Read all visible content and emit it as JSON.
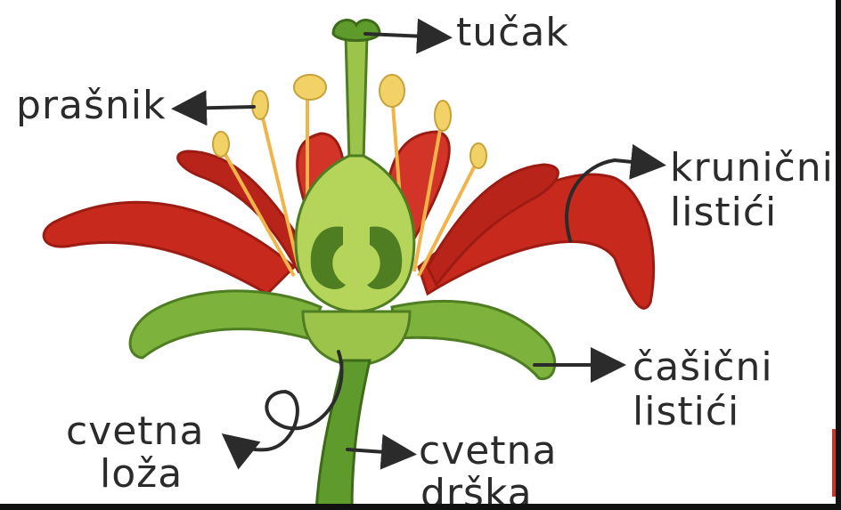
{
  "labels": {
    "tucak": "tučak",
    "prasnik": "prašnik",
    "krunicni_line1": "krunični",
    "krunicni_line2": "listići",
    "casicni_line1": "čašični",
    "casicni_line2": "listići",
    "cvetna_loza_line1": "cvetna",
    "cvetna_loza_line2": "loža",
    "cvetna_drska_line1": "cvetna",
    "cvetna_drska_line2": "drška"
  },
  "colors": {
    "petal": "#c8291d",
    "petal_dark": "#9c1c14",
    "sepal": "#7db23c",
    "sepal_dark": "#4f7d22",
    "pistil": "#9cc44a",
    "stamen_filament": "#f0b44a",
    "anther": "#f2d266",
    "arrow": "#2b2b2b"
  }
}
